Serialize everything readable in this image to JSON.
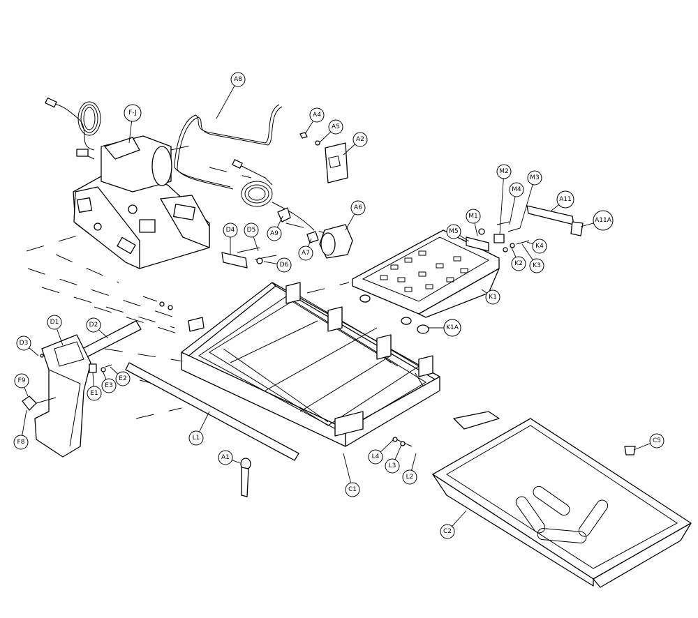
{
  "diagram": {
    "callouts": [
      {
        "id": "A8",
        "label": "A8"
      },
      {
        "id": "F-J",
        "label": "F-J"
      },
      {
        "id": "A4",
        "label": "A4"
      },
      {
        "id": "A5",
        "label": "A5"
      },
      {
        "id": "A2",
        "label": "A2"
      },
      {
        "id": "A6",
        "label": "A6"
      },
      {
        "id": "D4",
        "label": "D4"
      },
      {
        "id": "D5",
        "label": "D5"
      },
      {
        "id": "A9",
        "label": "A9"
      },
      {
        "id": "A7",
        "label": "A7"
      },
      {
        "id": "D6",
        "label": "D6"
      },
      {
        "id": "M2",
        "label": "M2"
      },
      {
        "id": "M3",
        "label": "M3"
      },
      {
        "id": "M4",
        "label": "M4"
      },
      {
        "id": "A11",
        "label": "A11"
      },
      {
        "id": "A11A",
        "label": "A11A"
      },
      {
        "id": "M1",
        "label": "M1"
      },
      {
        "id": "M5",
        "label": "M5"
      },
      {
        "id": "K4",
        "label": "K4"
      },
      {
        "id": "K2",
        "label": "K2"
      },
      {
        "id": "K3",
        "label": "K3"
      },
      {
        "id": "K1",
        "label": "K1"
      },
      {
        "id": "K1A",
        "label": "K1A"
      },
      {
        "id": "D1",
        "label": "D1"
      },
      {
        "id": "D2",
        "label": "D2"
      },
      {
        "id": "D3",
        "label": "D3"
      },
      {
        "id": "F9",
        "label": "F9"
      },
      {
        "id": "E2",
        "label": "E2"
      },
      {
        "id": "E3",
        "label": "E3"
      },
      {
        "id": "E1",
        "label": "E1"
      },
      {
        "id": "F8",
        "label": "F8"
      },
      {
        "id": "L1",
        "label": "L1"
      },
      {
        "id": "A1",
        "label": "A1"
      },
      {
        "id": "L4",
        "label": "L4"
      },
      {
        "id": "L3",
        "label": "L3"
      },
      {
        "id": "L2",
        "label": "L2"
      },
      {
        "id": "C1",
        "label": "C1"
      },
      {
        "id": "C5",
        "label": "C5"
      },
      {
        "id": "C2",
        "label": "C2"
      }
    ]
  }
}
